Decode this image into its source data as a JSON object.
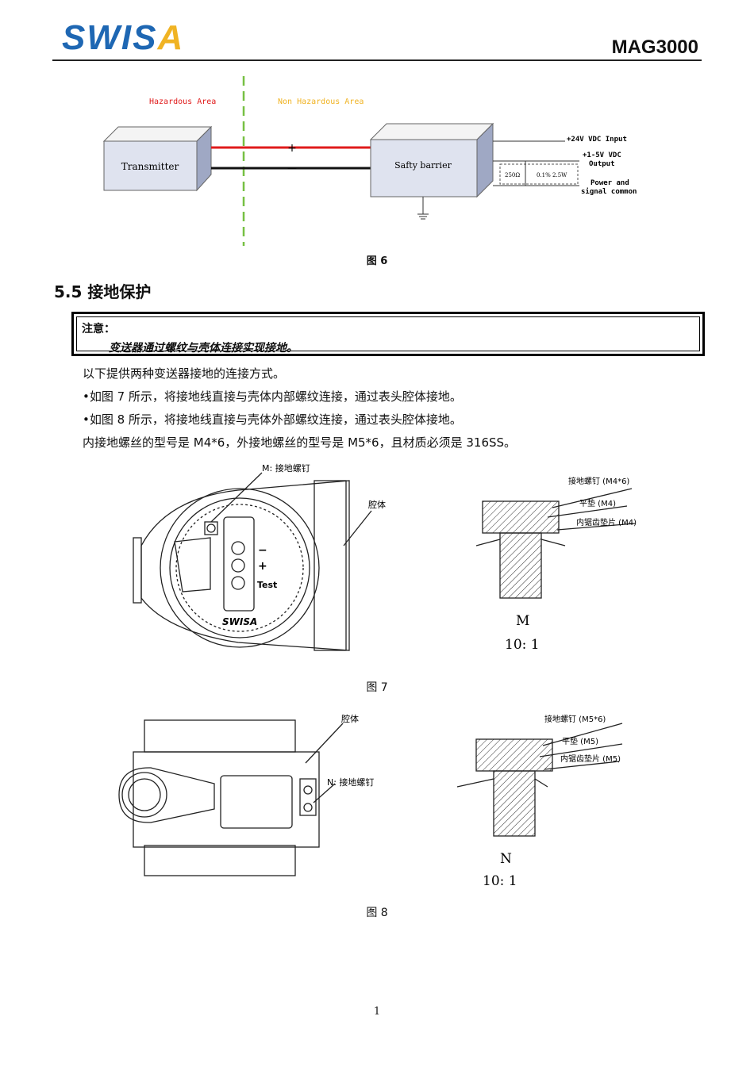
{
  "header": {
    "logo_part1": "SWIS",
    "logo_part2": "A",
    "model": "MAG3000"
  },
  "fig6": {
    "hazardous": "Hazardous Area",
    "non_hazardous": "Non Hazardous Area",
    "transmitter": "Transmitter",
    "barrier": "Safty barrier",
    "plus": "+",
    "minus": "—",
    "in24": "+24V VDC Input",
    "out1": "+1-5V VDC",
    "out2": "Output",
    "res1": "250Ω",
    "res2": "0.1% 2.5W",
    "pc1": "Power and",
    "pc2": "signal common",
    "caption": "图 6",
    "colors": {
      "red": "#e01b1b",
      "green": "#77c043",
      "hazard_text": "#e01b1b",
      "nonhazard_text": "#f0b323"
    }
  },
  "section": {
    "number": "5.5",
    "title": "接地保护"
  },
  "note": {
    "title": "注意：",
    "body": "变送器通过螺纹与壳体连接实现接地。"
  },
  "paragraphs": [
    "以下提供两种变送器接地的连接方式。",
    "•如图 7 所示，将接地线直接与壳体内部螺纹连接，通过表头腔体接地。",
    "•如图 8 所示，将接地线直接与壳体外部螺纹连接，通过表头腔体接地。",
    "内接地螺丝的型号是 M4*6，外接地螺丝的型号是 M5*6，且材质必须是 316SS。"
  ],
  "fig7": {
    "m_label": "M: 接地螺钉",
    "cavity": "腔体",
    "minus": "−",
    "plus": "+",
    "test": "Test",
    "brand": "SWISA",
    "screw": "接地螺钉 (M4*6)",
    "washer": "平垫 (M4)",
    "lock": "内锯齿垫片 (M4)",
    "detail": "M",
    "scale": "10: 1",
    "caption": "图 7"
  },
  "fig8": {
    "cavity": "腔体",
    "n_label": "N: 接地螺钉",
    "screw": "接地螺钉 (M5*6)",
    "washer": "平垫 (M5)",
    "lock": "内锯齿垫片 (M5)",
    "detail": "N",
    "scale": "10: 1",
    "caption": "图 8"
  },
  "page_number": "1"
}
